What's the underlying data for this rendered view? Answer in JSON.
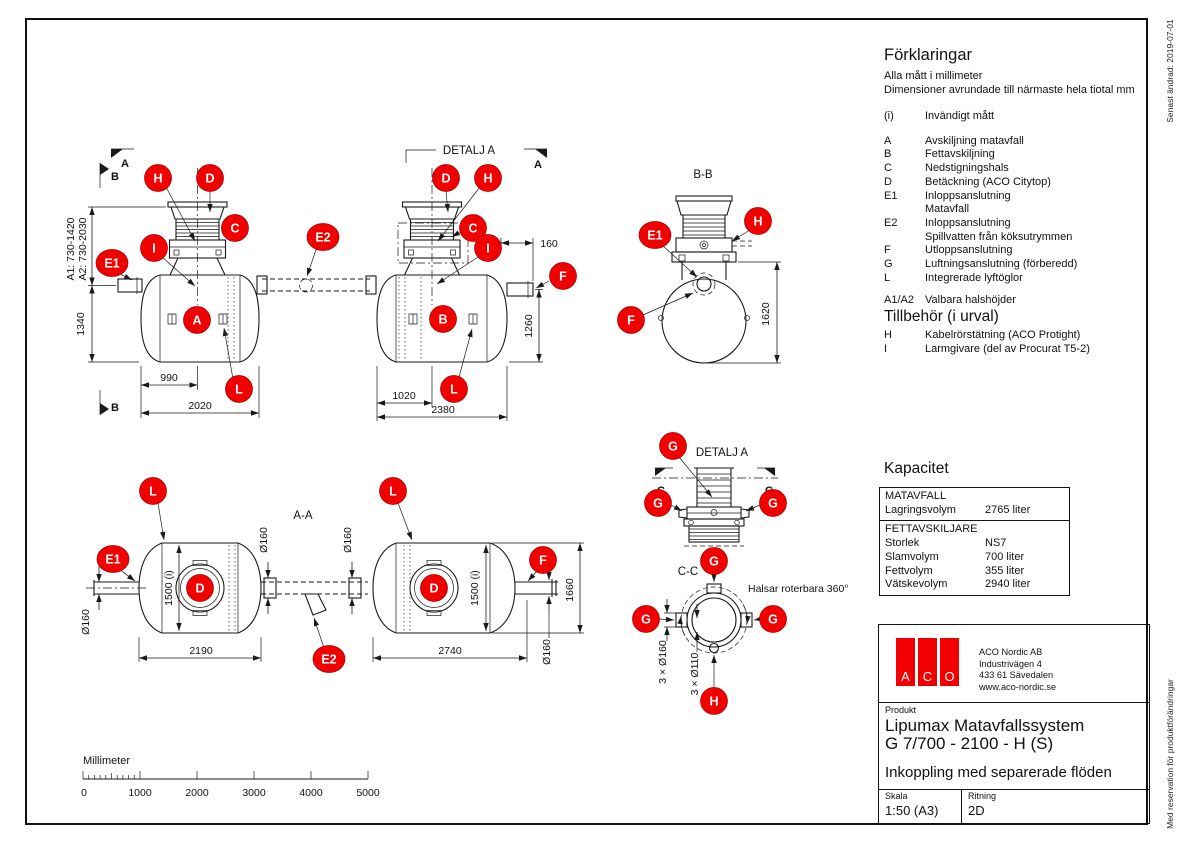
{
  "edge_notes": {
    "top": "Senast ändrad: 2019-07-01",
    "bottom": "Med reservation för produktförändringar"
  },
  "colors": {
    "accent_red": "#f20000",
    "line": "#1a1a1a",
    "background": "#ffffff"
  },
  "legend": {
    "title": "Förklaringar",
    "note1": "Alla mått i millimeter",
    "note2": "Dimensioner avrundade till närmaste hela tiotal mm",
    "items": [
      {
        "key": "(i)",
        "desc": "Invändigt mått"
      },
      {
        "key": "A",
        "desc": "Avskiljning matavfall"
      },
      {
        "key": "B",
        "desc": "Fettavskiljning"
      },
      {
        "key": "C",
        "desc": "Nedstigningshals"
      },
      {
        "key": "D",
        "desc": "Betäckning (ACO Citytop)"
      },
      {
        "key": "E1",
        "desc": "Inloppsanslutning"
      },
      {
        "key": "",
        "desc": "Matavfall"
      },
      {
        "key": "E2",
        "desc": "Inloppsanslutning"
      },
      {
        "key": "",
        "desc": "Spillvatten från köksutrymmen"
      },
      {
        "key": "F",
        "desc": "Utloppsanslutning"
      },
      {
        "key": "G",
        "desc": "Luftningsanslutning (förberedd)"
      },
      {
        "key": "L",
        "desc": "Integrerade lyftöglor"
      },
      {
        "key": "A1/A2",
        "desc": "Valbara halshöjder"
      }
    ]
  },
  "accessories": {
    "title": "Tillbehör (i urval)",
    "items": [
      {
        "key": "H",
        "desc": "Kabelrörstätning (ACO Protight)"
      },
      {
        "key": "I",
        "desc": "Larmgivare (del av Procurat T5-2)"
      }
    ]
  },
  "capacity": {
    "title": "Kapacitet",
    "sections": [
      {
        "header": "MATAVFALL",
        "rows": [
          {
            "label": "Lagringsvolym",
            "value": "2765 liter"
          }
        ]
      },
      {
        "header": "FETTAVSKILJARE",
        "rows": [
          {
            "label": "Storlek",
            "value": "NS7"
          },
          {
            "label": "Slamvolym",
            "value": "700 liter"
          },
          {
            "label": "Fettvolym",
            "value": "355 liter"
          },
          {
            "label": "Vätskevolym",
            "value": "2940 liter"
          }
        ]
      }
    ]
  },
  "title_block": {
    "logo_letters": [
      "A",
      "C",
      "O"
    ],
    "company": [
      "ACO Nordic AB",
      "Industrivägen 4",
      "433 61  Sävedalen",
      "www.aco-nordic.se"
    ],
    "product_label": "Produkt",
    "product_line1": "Lipumax Matavfallssystem",
    "product_line2": "G 7/700 - 2100 - H (S)",
    "subtitle": "Inkoppling med separerade flöden",
    "scale_label": "Skala",
    "scale_value": "1:50 (A3)",
    "drawing_label": "Ritning",
    "drawing_value": "2D"
  },
  "scalebar": {
    "label": "Millimeter",
    "ticks": [
      "0",
      "1000",
      "2000",
      "3000",
      "4000",
      "5000"
    ]
  },
  "drawing": {
    "balloons": {
      "a": "A",
      "b": "B",
      "c": "C",
      "d": "D",
      "e1": "E1",
      "e2": "E2",
      "f": "F",
      "g": "G",
      "h": "H",
      "i": "I",
      "l": "L"
    },
    "sections": {
      "a": "A",
      "b": "B",
      "c": "C"
    },
    "labels": {
      "detalj_a": "DETALJ A",
      "bb": "B-B",
      "aa": "A-A",
      "cc": "C-C",
      "rotate": "Halsar roterbara 360°"
    },
    "dims": {
      "a1": "A1: 730-1420",
      "a2": "A2: 730-2030",
      "h1340": "1340",
      "w990": "990",
      "w2020": "2020",
      "w160": "160",
      "h1260": "1260",
      "w1020": "1020",
      "w2380": "2380",
      "h1620": "1620",
      "dia160": "Ø160",
      "i1500": "1500 (i)",
      "w2190": "2190",
      "w2740": "2740",
      "h1660": "1660",
      "x160": "3 × Ø160",
      "x110": "3 × Ø110"
    }
  }
}
